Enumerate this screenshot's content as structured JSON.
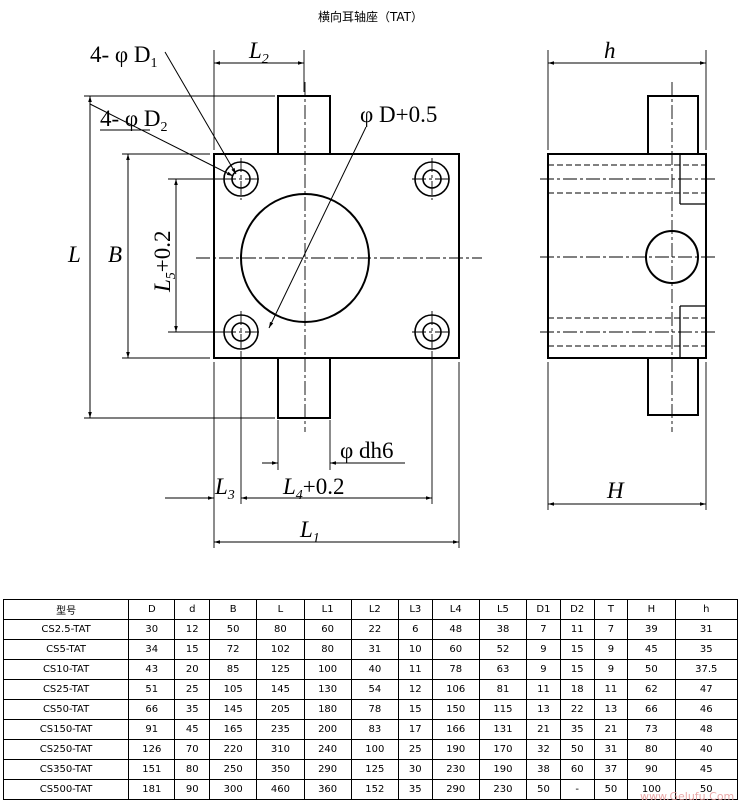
{
  "title": "横向耳轴座（TAT）",
  "labels": {
    "d1_holes": "4- φ D",
    "d1_sub": "1",
    "l2": "L",
    "l2_sub": "2",
    "d2_holes": "4- φ D",
    "d2_sub": "2",
    "bore": "φ D+0.5",
    "l": "L",
    "b": "B",
    "l5": "L",
    "l5_sub": "5",
    "l5_tol": "+0.2",
    "dh6": "φ dh6",
    "l3": "L",
    "l3_sub": "3",
    "l4": "L",
    "l4_sub": "4",
    "l4_tol": "+0.2",
    "l1": "L",
    "l1_sub": "1",
    "h_small": "h",
    "h_big": "H"
  },
  "table": {
    "headers": [
      "型号",
      "D",
      "d",
      "B",
      "L",
      "L1",
      "L2",
      "L3",
      "L4",
      "L5",
      "D1",
      "D2",
      "T",
      "H",
      "h"
    ],
    "rows": [
      [
        "CS2.5-TAT",
        "30",
        "12",
        "50",
        "80",
        "60",
        "22",
        "6",
        "48",
        "38",
        "7",
        "11",
        "7",
        "39",
        "31"
      ],
      [
        "CS5-TAT",
        "34",
        "15",
        "72",
        "102",
        "80",
        "31",
        "10",
        "60",
        "52",
        "9",
        "15",
        "9",
        "45",
        "35"
      ],
      [
        "CS10-TAT",
        "43",
        "20",
        "85",
        "125",
        "100",
        "40",
        "11",
        "78",
        "63",
        "9",
        "15",
        "9",
        "50",
        "37.5"
      ],
      [
        "CS25-TAT",
        "51",
        "25",
        "105",
        "145",
        "130",
        "54",
        "12",
        "106",
        "81",
        "11",
        "18",
        "11",
        "62",
        "47"
      ],
      [
        "CS50-TAT",
        "66",
        "35",
        "145",
        "205",
        "180",
        "78",
        "15",
        "150",
        "115",
        "13",
        "22",
        "13",
        "66",
        "46"
      ],
      [
        "CS150-TAT",
        "91",
        "45",
        "165",
        "235",
        "200",
        "83",
        "17",
        "166",
        "131",
        "21",
        "35",
        "21",
        "73",
        "48"
      ],
      [
        "CS250-TAT",
        "126",
        "70",
        "220",
        "310",
        "240",
        "100",
        "25",
        "190",
        "170",
        "32",
        "50",
        "31",
        "80",
        "40"
      ],
      [
        "CS350-TAT",
        "151",
        "80",
        "250",
        "350",
        "290",
        "125",
        "30",
        "230",
        "190",
        "38",
        "60",
        "37",
        "90",
        "45"
      ],
      [
        "CS500-TAT",
        "181",
        "90",
        "300",
        "460",
        "360",
        "152",
        "35",
        "290",
        "230",
        "50",
        "-",
        "50",
        "100",
        "50"
      ]
    ]
  },
  "watermark": "www.Gelufu.Com"
}
